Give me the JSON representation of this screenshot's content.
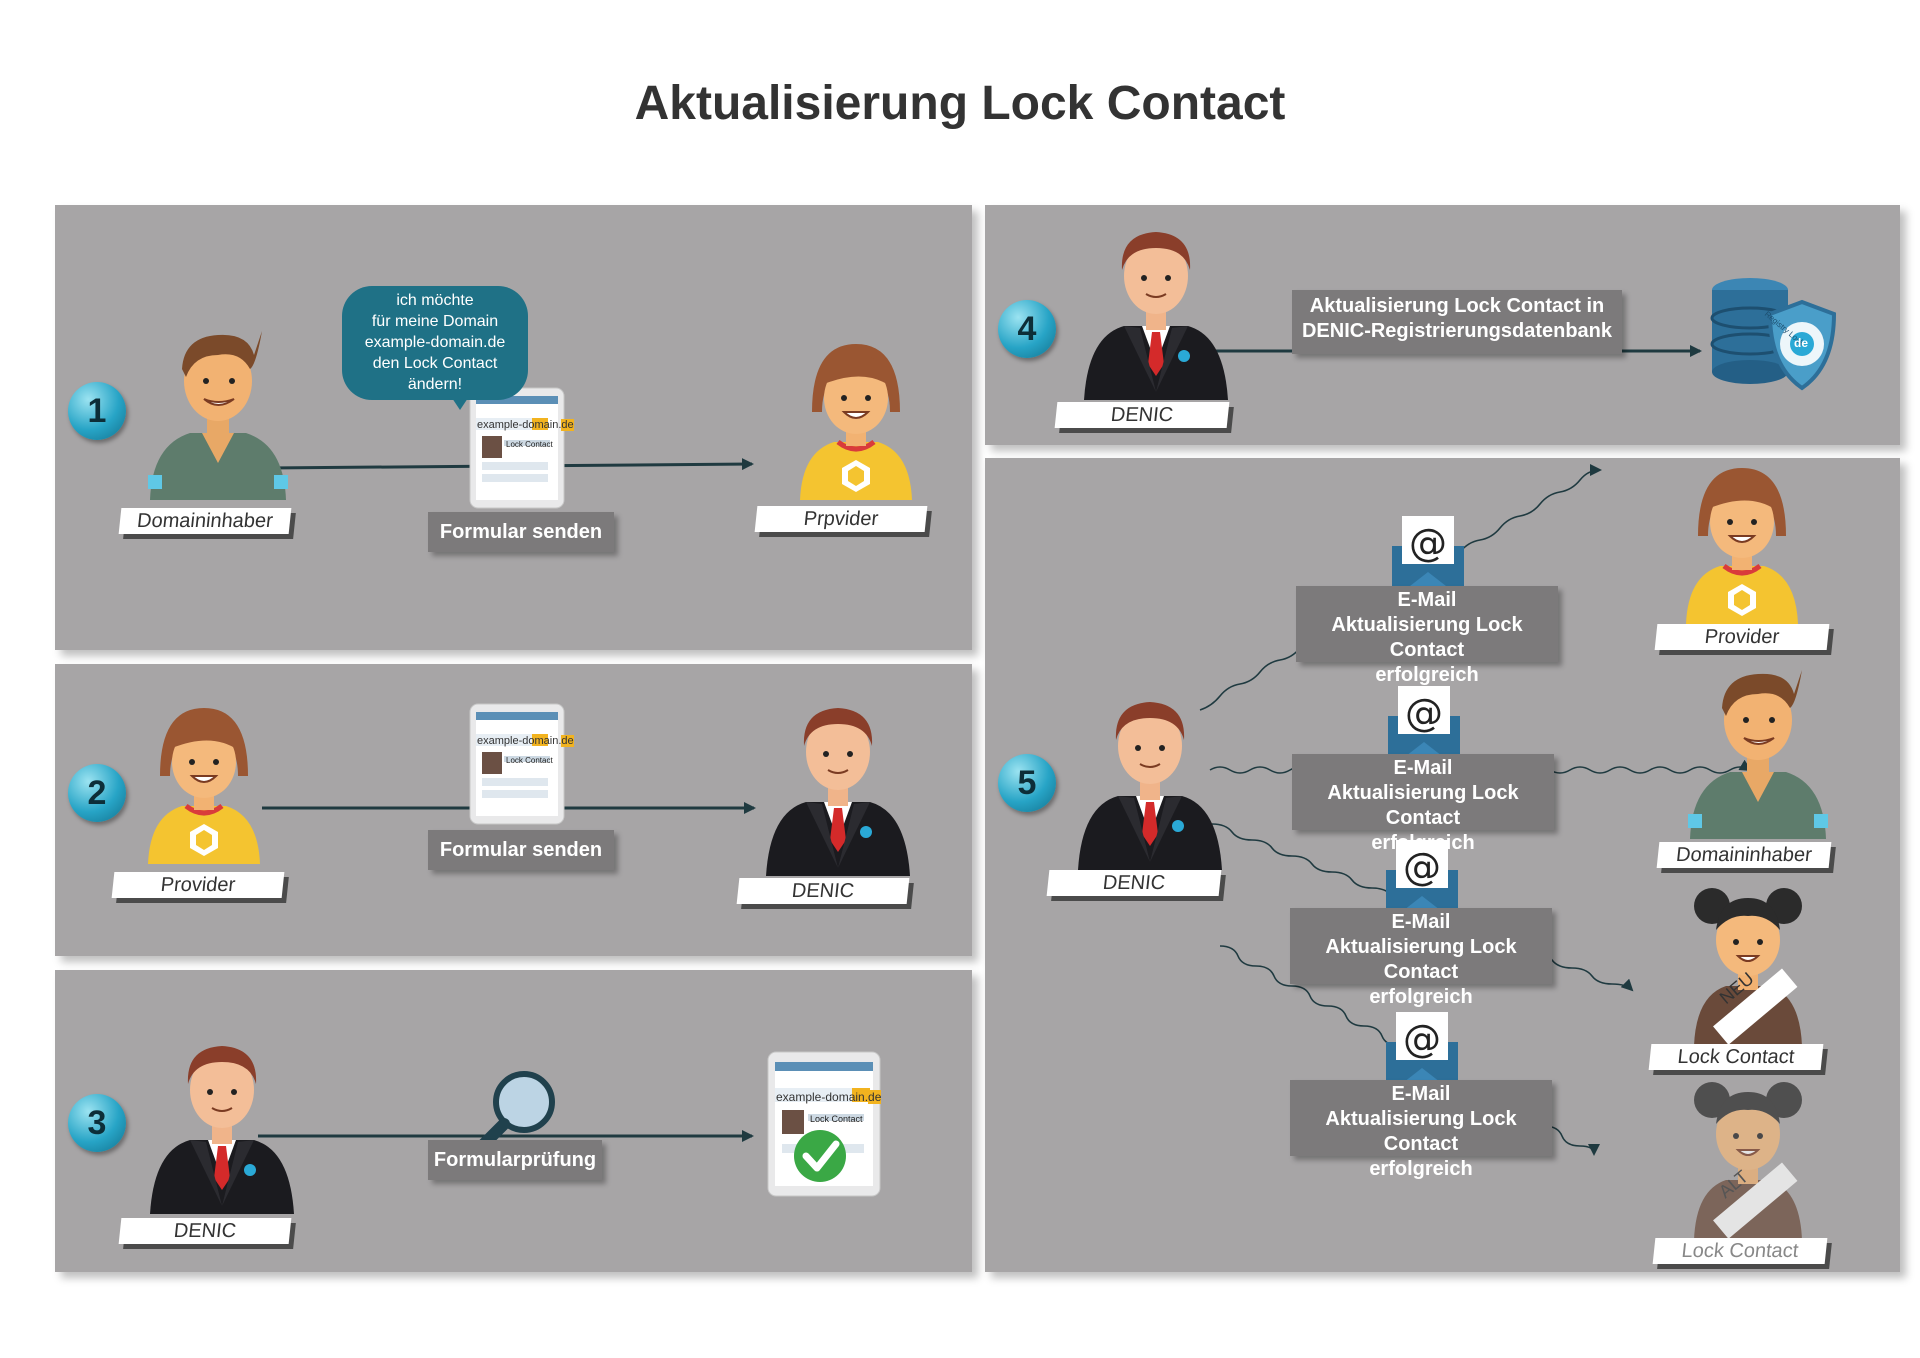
{
  "title": "Aktualisierung Lock Contact",
  "panel1": {
    "step": "1",
    "bubble": [
      "ich möchte",
      "für meine Domain",
      "example-domain.de",
      "den Lock Contact",
      "ändern!"
    ],
    "action": "Formular senden",
    "from_label": "Domaininhaber",
    "to_label": "Prpvider"
  },
  "panel2": {
    "step": "2",
    "action": "Formular senden",
    "from_label": "Provider",
    "to_label": "DENIC"
  },
  "panel3": {
    "step": "3",
    "action": "Formularprüfung",
    "from_label": "DENIC"
  },
  "panel4": {
    "step": "4",
    "action_line1": "Aktualisierung Lock Contact in",
    "action_line2": "DENIC-Registrierungsdatenbank",
    "from_label": "DENIC",
    "db_text": "Registry Lock",
    "db_badge": "de"
  },
  "panel5": {
    "step": "5",
    "from_label": "DENIC",
    "email_line1": "E-Mail",
    "email_line2": "Aktualisierung Lock Contact",
    "email_line3": "erfolgreich",
    "recipients": [
      {
        "label": "Provider"
      },
      {
        "label": "Domaininhaber"
      },
      {
        "label": "Lock Contact",
        "sash": "NEU"
      },
      {
        "label": "Lock Contact",
        "sash": "ALT"
      }
    ]
  },
  "form": {
    "domain": "example-domain.",
    "tld": "de",
    "heading": "Lock Contact"
  },
  "colors": {
    "panel": "#a7a5a6",
    "box": "#7c7a7b",
    "arrow": "#1f3a40",
    "bubble": "#1f7186",
    "title": "#333333"
  }
}
